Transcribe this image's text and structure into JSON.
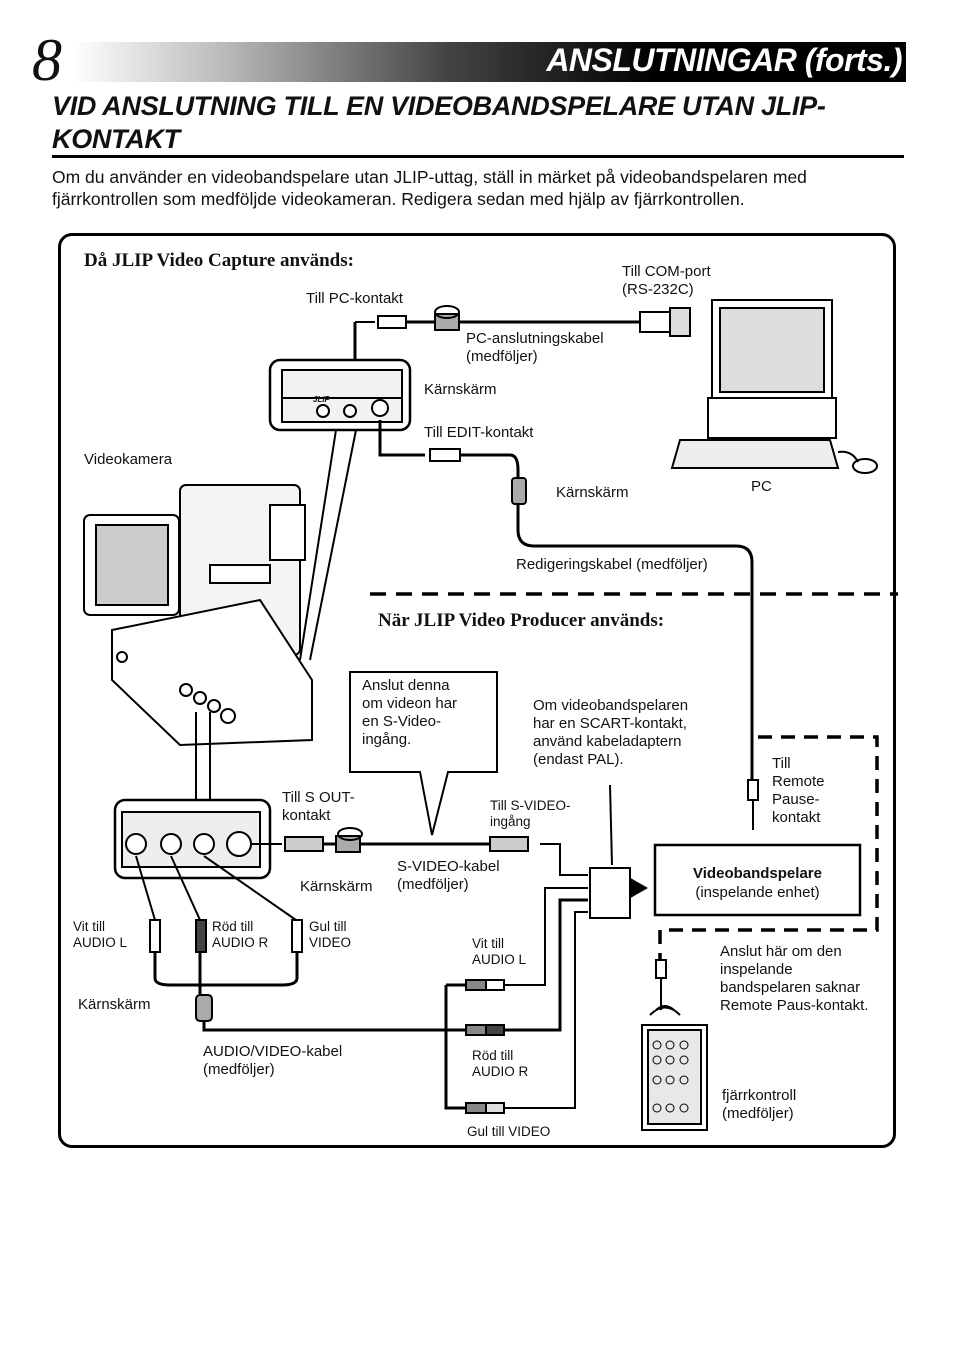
{
  "header": {
    "page_number": "8",
    "title": "ANSLUTNINGAR (forts.)"
  },
  "section": {
    "heading_line1": "VID ANSLUTNING TILL EN VIDEOBANDSPELARE UTAN JLIP-",
    "heading_line2": "KONTAKT",
    "intro_line1": "Om du använder en videobandspelare utan JLIP-uttag, ställ in märket på videobandspelaren med",
    "intro_line2": "fjärrkontrollen som medföljde videokameran. Redigera sedan med hjälp av fjärrkontrollen."
  },
  "diagram": {
    "capture_heading": "Då JLIP Video Capture används:",
    "producer_heading": "När JLIP Video Producer används:",
    "labels": {
      "till_pc_kontakt": "Till PC-kontakt",
      "till_com_port_1": "Till COM-port",
      "till_com_port_2": "(RS-232C)",
      "pc_kabel_1": "PC-anslutningskabel",
      "pc_kabel_2": "(medföljer)",
      "karnskarm_1": "Kärnskärm",
      "till_edit": "Till EDIT-kontakt",
      "videokamera": "Videokamera",
      "karnskarm_2": "Kärnskärm",
      "pc": "PC",
      "redigeringskabel": "Redigeringskabel (medföljer)",
      "jlip_small": "JLIP",
      "callout_1": "Anslut denna",
      "callout_2": "om videon har",
      "callout_3": "en S-Video-",
      "callout_4": "ingång.",
      "scart_1": "Om videobandspelaren",
      "scart_2": "har en SCART-kontakt,",
      "scart_3": "använd kabeladaptern",
      "scart_4": "(endast PAL).",
      "remote_pause_1": "Till",
      "remote_pause_2": "Remote",
      "remote_pause_3": "Pause-",
      "remote_pause_4": "kontakt",
      "till_s_out_1": "Till S OUT-",
      "till_s_out_2": "kontakt",
      "till_s_video_1": "Till S-VIDEO-",
      "till_s_video_2": "ingång",
      "s_video_kabel_1": "S-VIDEO-kabel",
      "s_video_kabel_2": "(medföljer)",
      "karnskarm_3": "Kärnskärm",
      "vcr_1": "Videobandspelare",
      "vcr_2": "(inspelande enhet)",
      "vit_till_1": "Vit till",
      "audio_l": "AUDIO L",
      "rod_till_1": "Röd till",
      "audio_r": "AUDIO R",
      "gul_till_1": "Gul till",
      "video": "VIDEO",
      "vit_till_2": "Vit till",
      "audio_l_2": "AUDIO L",
      "rod_till_2": "Röd till",
      "audio_r_2": "AUDIO R",
      "gul_till_video": "Gul till VIDEO",
      "karnskarm_4": "Kärnskärm",
      "av_kabel_1": "AUDIO/VIDEO-kabel",
      "av_kabel_2": "(medföljer)",
      "anslut_har_1": "Anslut här om den",
      "anslut_har_2": "inspelande",
      "anslut_har_3": "bandspelaren saknar",
      "anslut_har_4": "Remote Paus-kontakt.",
      "fjarr_1": "fjärrkontroll",
      "fjarr_2": "(medföljer)"
    }
  }
}
